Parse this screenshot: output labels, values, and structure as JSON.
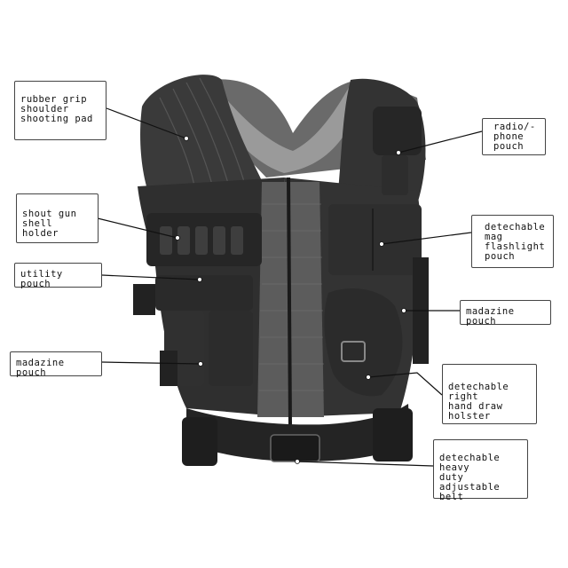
{
  "labels": {
    "rubber_grip": "rubber grip\nshoulder\nshooting pad",
    "shotgun_shell": "shout gun\nshell holder",
    "utility_pouch": "utility pouch",
    "magazine_pouch_left": "madazine pouch",
    "radio_phone": "radio/-\nphone\npouch",
    "mag_flashlight": "detechable\nmag\nflashlight\npouch",
    "magazine_pouch_right": "madazine pouch",
    "holster": "detechable right\nhand draw\nholster",
    "belt": "detechable heavy\nduty adjustable\nbelt"
  },
  "colors": {
    "vest_dark": "#2b2b2b",
    "vest_mid": "#3a3a3a",
    "vest_light": "#5a5a5a",
    "mesh": "#9a9a9a",
    "leader_line": "#111111",
    "box_border": "#444444"
  }
}
